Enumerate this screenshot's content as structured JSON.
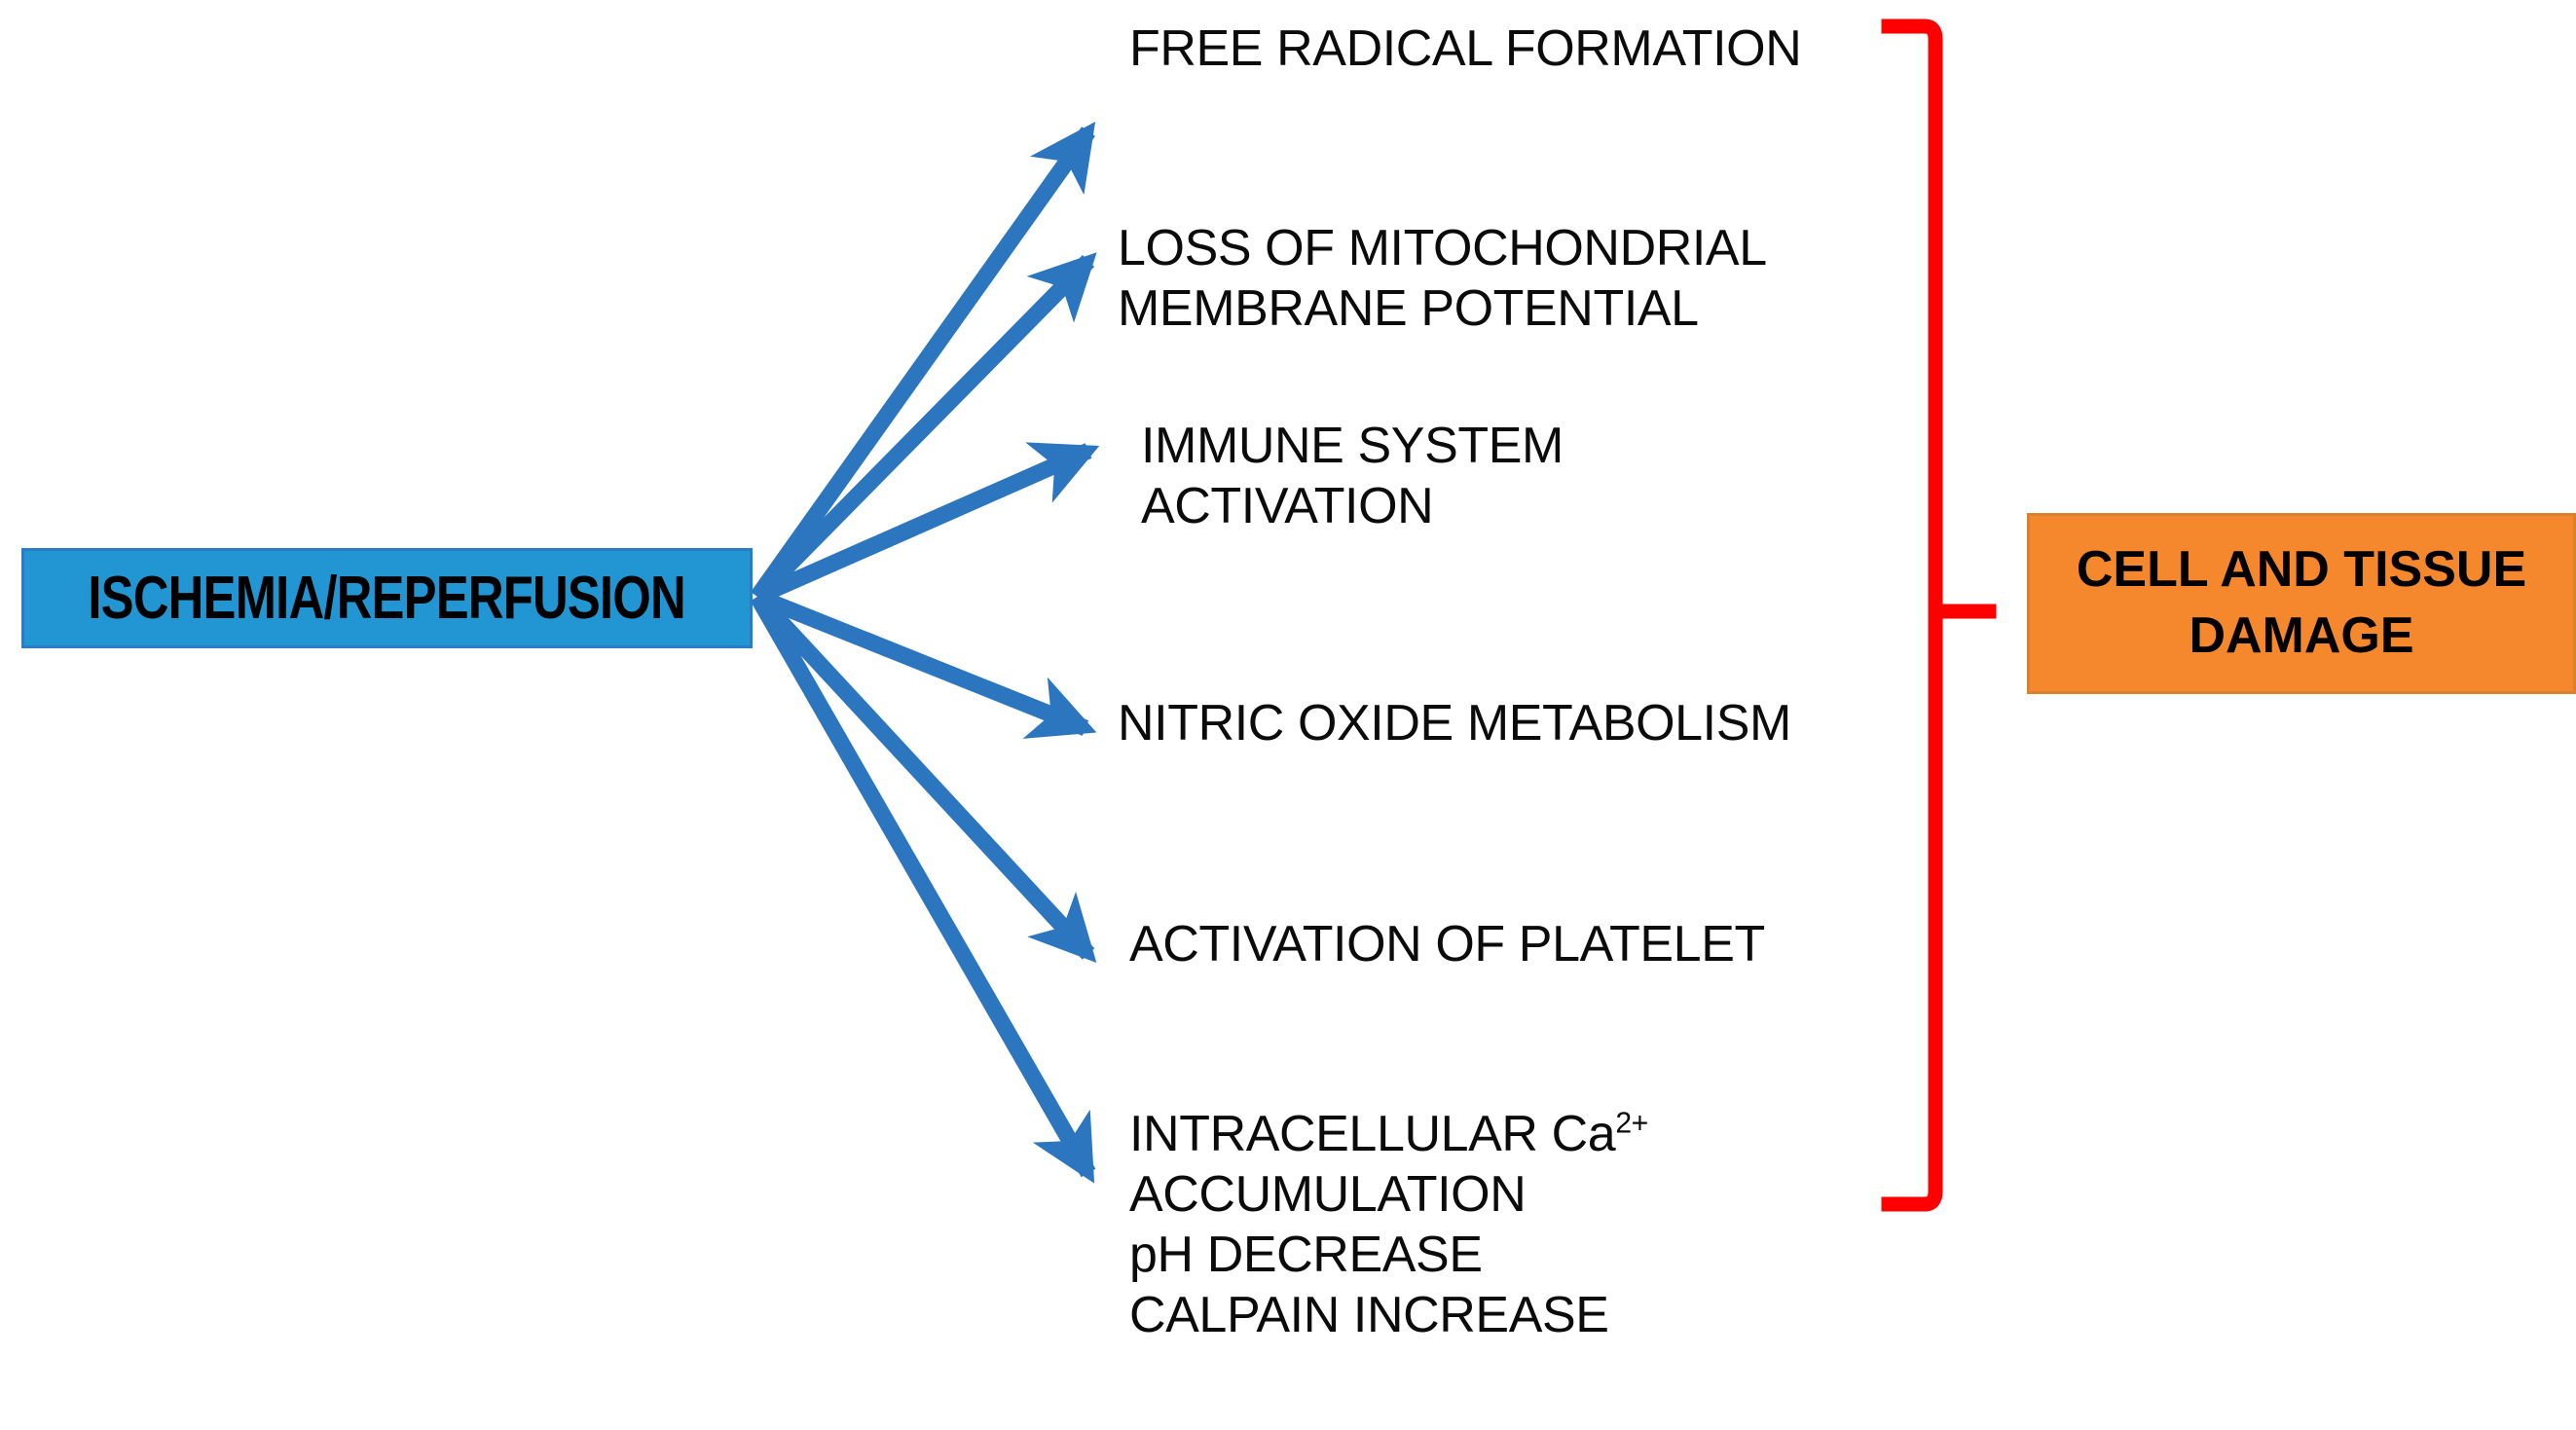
{
  "diagram": {
    "title": "Ischemia/Reperfusion injury mechanism diagram",
    "source": {
      "label": "ISCHEMIA/REPERFUSION",
      "fill_color": "#2196D3",
      "border_color": "#2A7CC7",
      "text_color": "#000000"
    },
    "outcome": {
      "line1": "CELL AND TISSUE",
      "line2": "DAMAGE",
      "fill_color": "#F5872C",
      "border_color": "#D9822B",
      "text_color": "#000000"
    },
    "bracket": {
      "color": "#FF0000",
      "orientation": "right-facing"
    },
    "arrow_color": "#2B76BF",
    "effects": [
      {
        "id": "free-radical-formation",
        "lines": [
          "FREE RADICAL FORMATION"
        ]
      },
      {
        "id": "loss-of-mitochondrial-membrane-potential",
        "lines": [
          "LOSS OF MITOCHONDRIAL",
          "MEMBRANE POTENTIAL"
        ]
      },
      {
        "id": "immune-system-activation",
        "lines": [
          "IMMUNE SYSTEM",
          "ACTIVATION"
        ]
      },
      {
        "id": "nitric-oxide-metabolism",
        "lines": [
          "NITRIC OXIDE METABOLISM"
        ]
      },
      {
        "id": "activation-of-platelet",
        "lines": [
          "ACTIVATION OF PLATELET"
        ]
      },
      {
        "id": "intracellular-calcium-accumulation",
        "lines": [
          "INTRACELLULAR Ca",
          "ACCUMULATION",
          "pH DECREASE",
          "CALPAIN INCREASE"
        ],
        "superscript": "2+"
      }
    ]
  }
}
